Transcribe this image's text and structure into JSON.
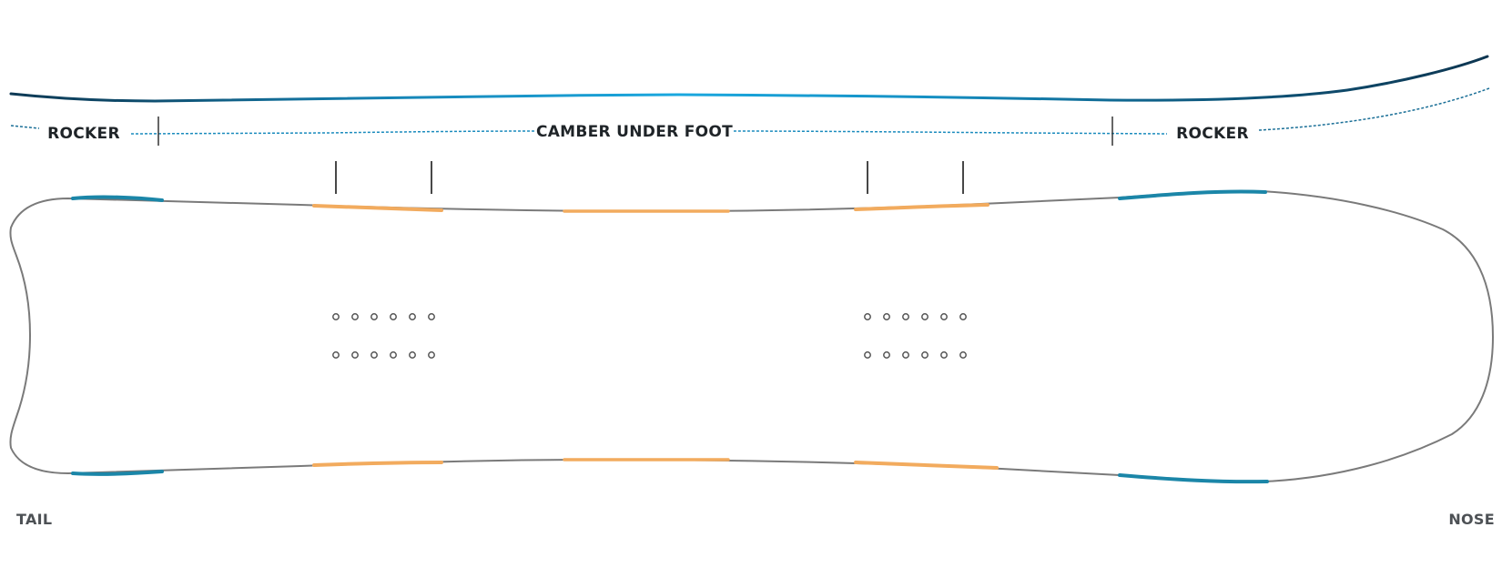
{
  "profile": {
    "labels": {
      "rocker_left": "ROCKER",
      "camber": "CAMBER UNDER FOOT",
      "rocker_right": "ROCKER"
    }
  },
  "ends": {
    "tail": "TAIL",
    "nose": "NOSE"
  },
  "inserts": {
    "per_row": 6,
    "rows_per_stance": 2,
    "stances": 2
  },
  "colors": {
    "profile_blue": "#1aa0d8",
    "profile_dark": "#0e3a55",
    "edge_blue": "#1b86a8",
    "camber_orange": "#f2ab5e",
    "outline_gray": "#7a7a7a",
    "text": "#1f2428"
  }
}
